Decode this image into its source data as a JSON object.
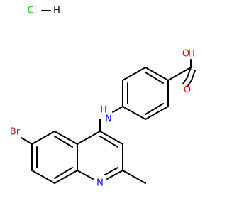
{
  "molecule": {
    "salt": {
      "chlorine": "Cl",
      "hydrogen": "H"
    },
    "carboxyl": {
      "hydroxyl": "O",
      "hydroxyl_h": "H",
      "carbonyl": "O"
    },
    "amine": {
      "nitrogen": "N",
      "hydrogen": "H"
    },
    "substituent": {
      "bromine": "Br"
    },
    "ring_nitrogen": "N"
  },
  "colors": {
    "bond": "#000000",
    "oxygen": "#ff0000",
    "nitrogen": "#0000ff",
    "bromine": "#a52a2a",
    "chlorine": "#00cc00",
    "hydrogen": "#000000"
  }
}
